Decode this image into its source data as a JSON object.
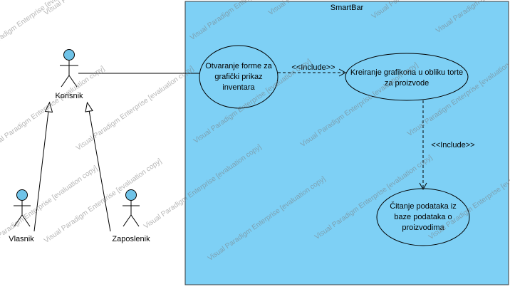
{
  "system": {
    "title": "SmartBar",
    "fill": "#7ed0f5"
  },
  "actors": {
    "korisnik": "Korisnik",
    "vlasnik": "Vlasnik",
    "zaposlenik": "Zaposlenik",
    "head_color": "#6fc3e8"
  },
  "use_cases": {
    "uc1": [
      "Otvaranje forme za",
      "grafički prikaz",
      "inventara"
    ],
    "uc2": [
      "Kreiranje grafikona u obliku torte",
      "za proizvode"
    ],
    "uc3": [
      "Čitanje podataka iz",
      "baze podataka o",
      "proizvodima"
    ]
  },
  "relations": {
    "include_1": "<<Include>>",
    "include_2": "<<Include>>"
  },
  "watermark": "Visual Paradigm Enterprise [evaluation copy]"
}
